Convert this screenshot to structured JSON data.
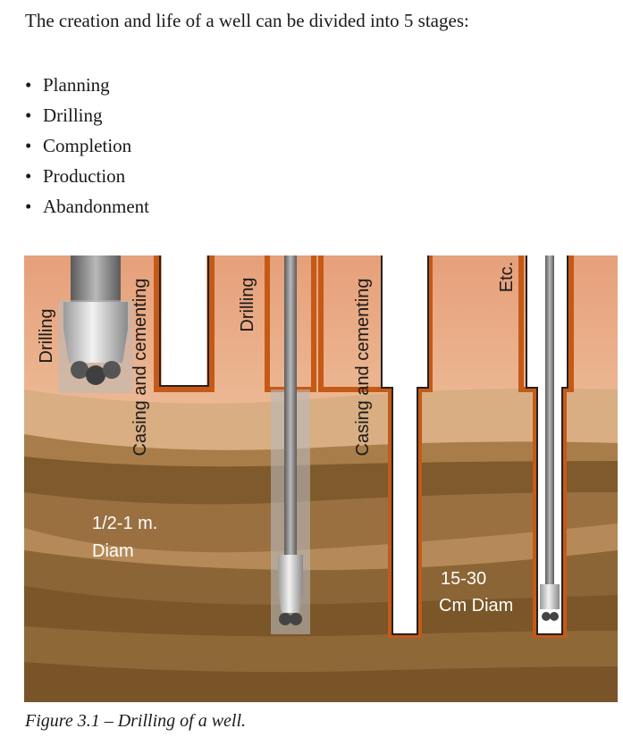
{
  "intro_text": "The creation and life of a well can be divided into 5 stages:",
  "stages": [
    {
      "bullet": "•",
      "label": "Planning"
    },
    {
      "bullet": "•",
      "label": "Drilling"
    },
    {
      "bullet": "•",
      "label": "Completion"
    },
    {
      "bullet": "•",
      "label": "Production"
    },
    {
      "bullet": "•",
      "label": "Abandonment"
    }
  ],
  "figure": {
    "labels": {
      "drilling_1": "Drilling",
      "casing_1": "Casing and cementing",
      "drilling_2": "Drilling",
      "casing_2": "Casing and cementing",
      "etc": "Etc.",
      "large_diam_line1": "1/2-1 m.",
      "large_diam_line2": "Diam",
      "small_diam_line1": "15-30",
      "small_diam_line2": "Cm Diam"
    },
    "colors": {
      "sky_top": "#e7a77c",
      "sand_light": "#f1d2b2",
      "earth_mid": "#c79a68",
      "earth_dark": "#6f5026",
      "casing_orange": "#c55a16",
      "steel": "#8f8f8f",
      "label_text": "#ffffff",
      "vertical_text": "#1a1a1a"
    }
  },
  "caption": "Figure 3.1 – Drilling of a well."
}
